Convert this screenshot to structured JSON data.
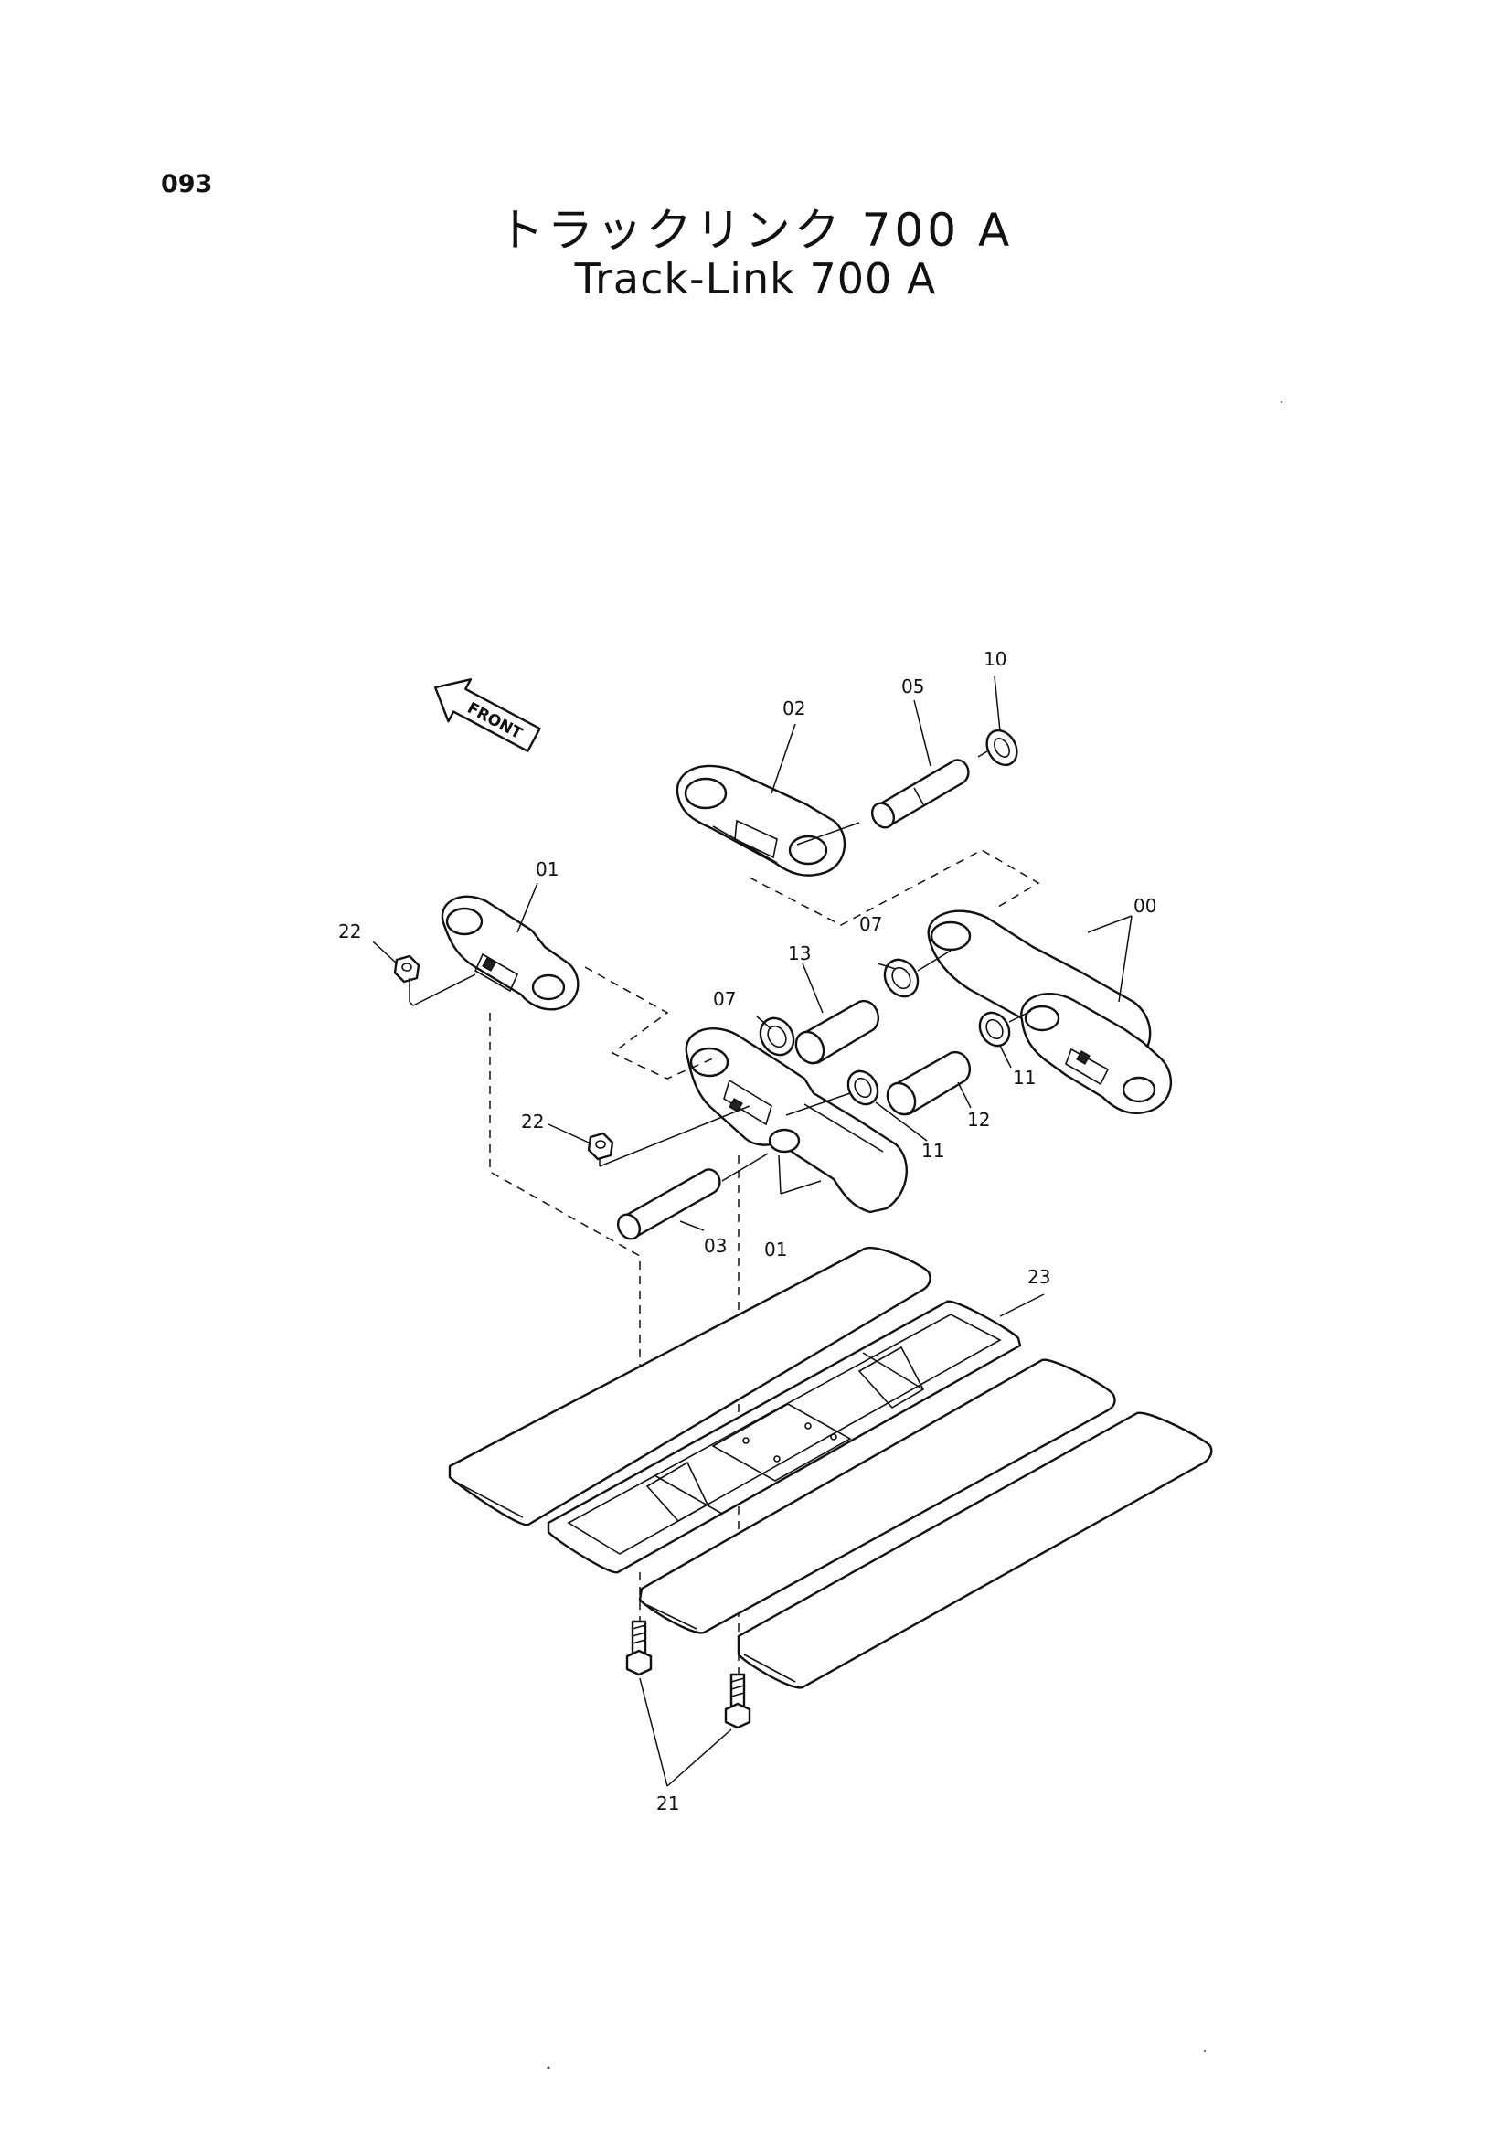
{
  "page_number": "093",
  "title_jp": "トラックリンク 700 A",
  "title_en": "Track-Link 700 A",
  "front_arrow": {
    "text": "FRONT",
    "icon": "front-direction-arrow-icon"
  },
  "callouts": {
    "c00": "00",
    "c01a": "01",
    "c01b": "01",
    "c02": "02",
    "c03": "03",
    "c05": "05",
    "c07a": "07",
    "c07b": "07",
    "c10": "10",
    "c11a": "11",
    "c11b": "11",
    "c12": "12",
    "c13": "13",
    "c21": "21",
    "c22a": "22",
    "c22b": "22",
    "c23": "23"
  }
}
